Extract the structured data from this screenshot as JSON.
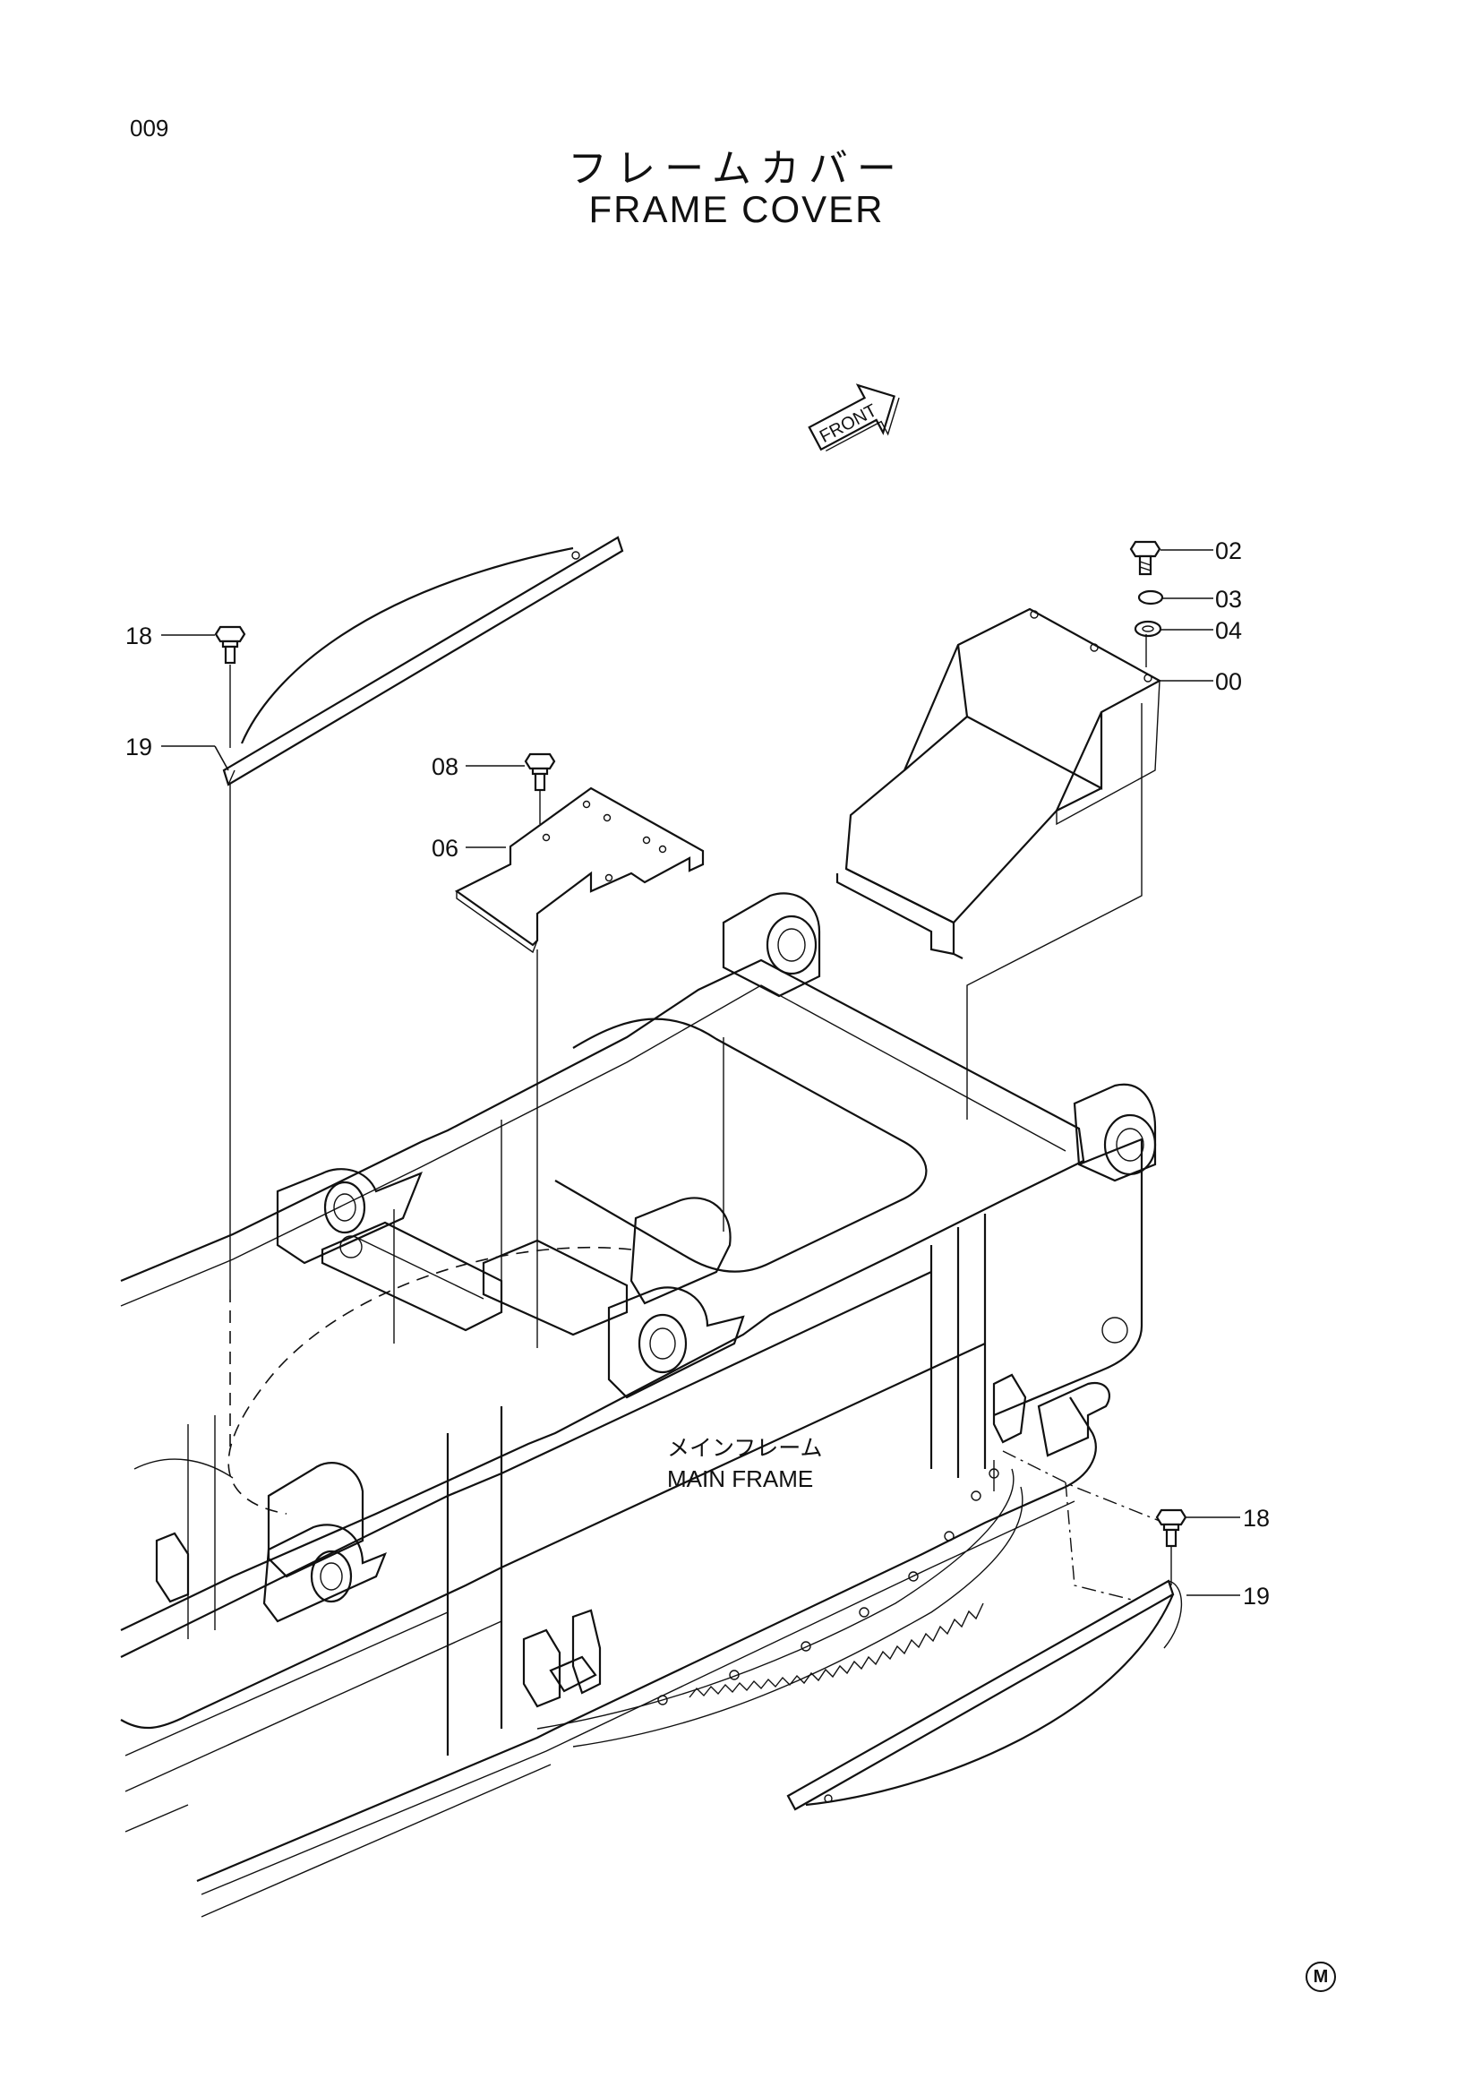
{
  "page": {
    "number": "009",
    "title_jp": "フレームカバー",
    "title_en": "FRAME COVER",
    "front_arrow_label": "FRONT",
    "footer_mark": "M"
  },
  "labels": {
    "main_frame_jp": "メインフレーム",
    "main_frame_en": "MAIN FRAME"
  },
  "callouts": [
    {
      "id": "02",
      "text": "02"
    },
    {
      "id": "03",
      "text": "03"
    },
    {
      "id": "04",
      "text": "04"
    },
    {
      "id": "00",
      "text": "00"
    },
    {
      "id": "18a",
      "text": "18"
    },
    {
      "id": "19a",
      "text": "19"
    },
    {
      "id": "08",
      "text": "08"
    },
    {
      "id": "06",
      "text": "06"
    },
    {
      "id": "18b",
      "text": "18"
    },
    {
      "id": "19b",
      "text": "19"
    }
  ]
}
